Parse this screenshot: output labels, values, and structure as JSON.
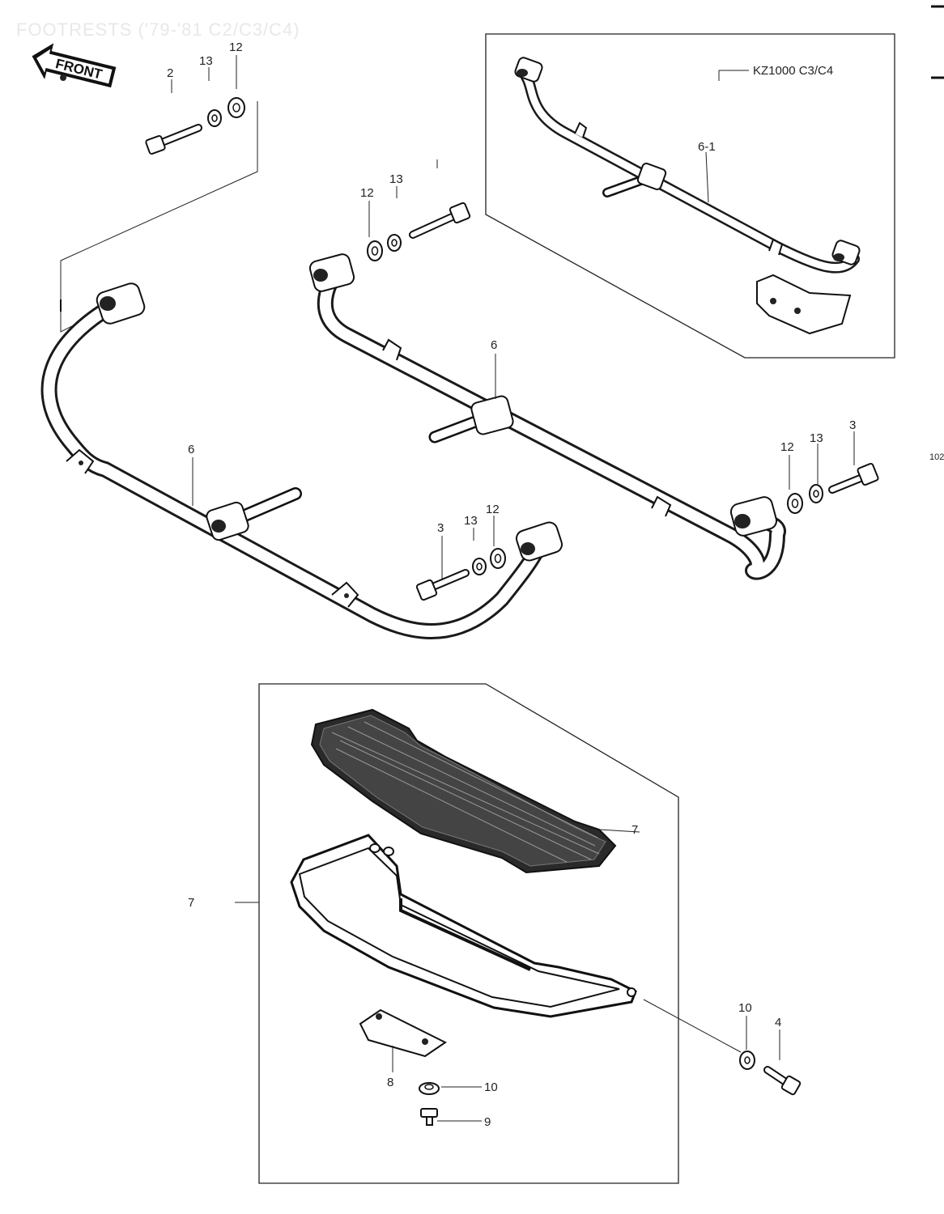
{
  "title": "FOOTRESTS ('79-'81 C2/C3/C4)",
  "front_label": "FRONT",
  "inset_label": "KZ1000 C3/C4",
  "page_ref": "102",
  "colors": {
    "ink": "#1a1a1a",
    "paper": "#ffffff",
    "faint_title": "#e8e8e8"
  },
  "callouts": {
    "bolt_top_left": "2",
    "washer13_top_left": "13",
    "washer12_top_left": "12",
    "washer12_center": "12",
    "washer13_center": "13",
    "bar_left": "6",
    "bar_center": "6",
    "bar_inset": "6-1",
    "bolt_center": "3",
    "washer13_low": "13",
    "washer12_low": "12",
    "washer12_right": "12",
    "washer13_right": "13",
    "bolt_right": "3",
    "floorboard_assembly": "7",
    "rubber_mat": "7",
    "bracket": "8",
    "washer_small": "10",
    "screw_small": "9",
    "washer_right_bottom": "10",
    "bolt_bottom": "4"
  }
}
